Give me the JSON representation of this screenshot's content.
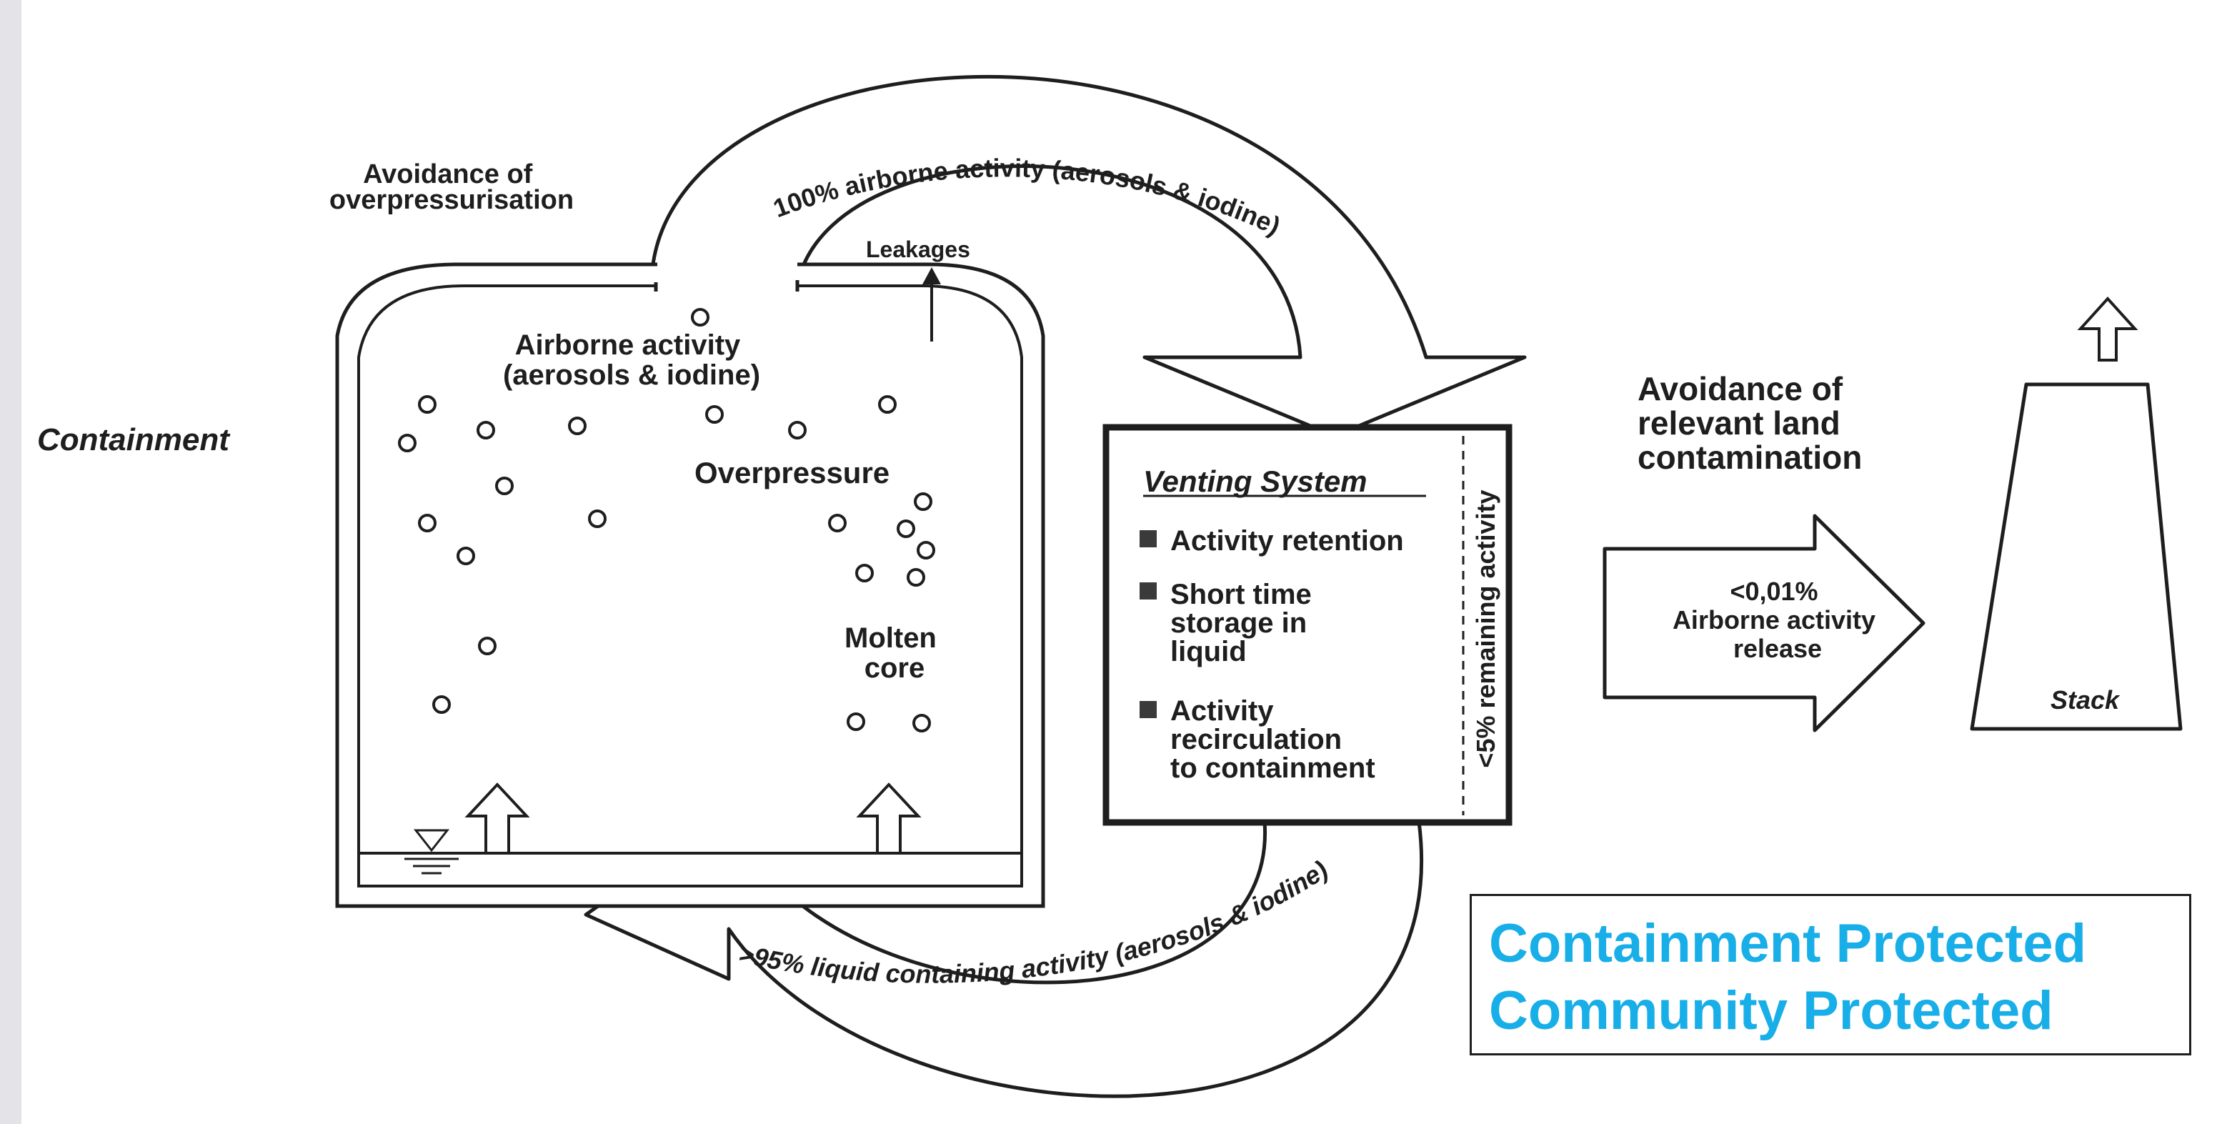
{
  "labels": {
    "avoidance_overpressurisation": [
      "Avoidance of",
      "overpressurisation"
    ],
    "leakages": "Leakages",
    "containment": "Containment",
    "airborne_activity": [
      "Airborne activity",
      "(aerosols & iodine)"
    ],
    "overpressure": "Overpressure",
    "molten_core": [
      "Molten",
      "core"
    ],
    "top_flow": "100% airborne activity (aerosols & iodine)",
    "bottom_flow": ">95% liquid containing activity (aerosols & iodine)",
    "venting_title": "Venting System",
    "venting_items": [
      [
        "Activity retention"
      ],
      [
        "Short time",
        "storage in",
        "liquid"
      ],
      [
        "Activity",
        "recirculation",
        "to containment"
      ]
    ],
    "remaining_activity": "<5% remaining activity",
    "avoidance_land": [
      "Avoidance of",
      "relevant land",
      "contamination"
    ],
    "release": [
      "<0,01%",
      "Airborne activity",
      "release"
    ],
    "stack": "Stack"
  },
  "callout": {
    "lines": [
      "Containment Protected",
      "Community Protected"
    ],
    "color": "#18aee8"
  },
  "colors": {
    "ink": "#1e1e1e",
    "left_band": "#e3e3e8"
  }
}
